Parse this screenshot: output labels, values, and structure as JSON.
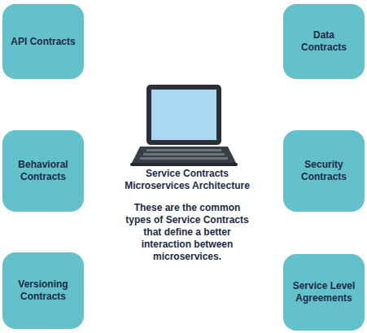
{
  "diagram": {
    "title": "Service Contracts Microservices Architecture",
    "nodes": [
      {
        "text": [
          "API Contracts"
        ]
      },
      {
        "text": [
          "Data Contracts"
        ]
      },
      {
        "text": [
          "Behavioral Contracts"
        ]
      },
      {
        "text": [
          "Security Contracts"
        ]
      },
      {
        "text": [
          "Versioning Contracts"
        ]
      },
      {
        "text": [
          "Service Level Agreements"
        ]
      }
    ],
    "labels": [
      "These are the common types of Service Contracts that define a better interaction between microservices."
    ]
  }
}
